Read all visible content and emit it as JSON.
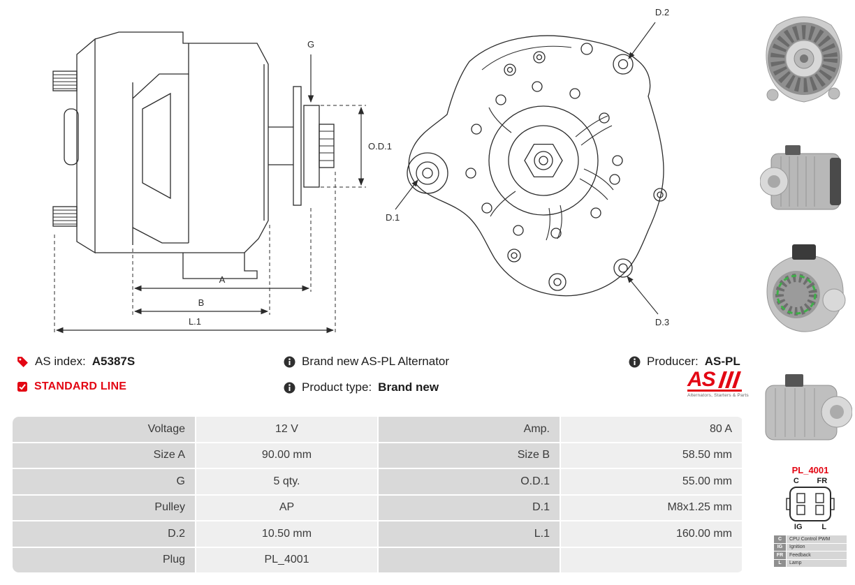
{
  "header": {
    "as_index_label": "AS index:",
    "as_index_value": "A5387S",
    "standard_line_label": "STANDARD LINE",
    "brand_new_text": "Brand new AS-PL Alternator",
    "product_type_label": "Product type:",
    "product_type_value": "Brand new",
    "producer_label": "Producer:",
    "producer_value": "AS-PL"
  },
  "logo": {
    "text": "AS",
    "subtext": "Alternators, Starters & Parts"
  },
  "drawing": {
    "side_view_labels": {
      "g": "G",
      "od1": "O.D.1",
      "a": "A",
      "b": "B",
      "l1": "L.1"
    },
    "front_view_labels": {
      "d1": "D.1",
      "d2": "D.2",
      "d3": "D.3"
    }
  },
  "specs": {
    "rows": [
      {
        "label1": "Voltage",
        "value1": "12 V",
        "label2": "Amp.",
        "value2": "80 A"
      },
      {
        "label1": "Size A",
        "value1": "90.00 mm",
        "label2": "Size B",
        "value2": "58.50 mm"
      },
      {
        "label1": "G",
        "value1": "5 qty.",
        "label2": "O.D.1",
        "value2": "55.00 mm"
      },
      {
        "label1": "Pulley",
        "value1": "AP",
        "label2": "D.1",
        "value2": "M8x1.25 mm"
      },
      {
        "label1": "D.2",
        "value1": "10.50 mm",
        "label2": "L.1",
        "value2": "160.00 mm"
      },
      {
        "label1": "Plug",
        "value1": "PL_4001",
        "label2": "",
        "value2": ""
      }
    ]
  },
  "plug": {
    "title": "PL_4001",
    "pins": {
      "top_left": "C",
      "top_right": "FR",
      "bottom_left": "IG",
      "bottom_right": "L"
    },
    "legend": [
      {
        "key": "C",
        "desc": "CPU Control PWM"
      },
      {
        "key": "IG",
        "desc": "Ignition"
      },
      {
        "key": "FR",
        "desc": "Feedback"
      },
      {
        "key": "L",
        "desc": "Lamp"
      }
    ]
  },
  "icons": {
    "as_index": "tag-icon",
    "standard_line": "checkbox-checked-icon",
    "info": "info-icon"
  },
  "colors": {
    "accent_red": "#e30613",
    "table_label_bg": "#d9d9d9",
    "table_value_bg": "#efefef",
    "line_color": "#2b2b2b"
  }
}
